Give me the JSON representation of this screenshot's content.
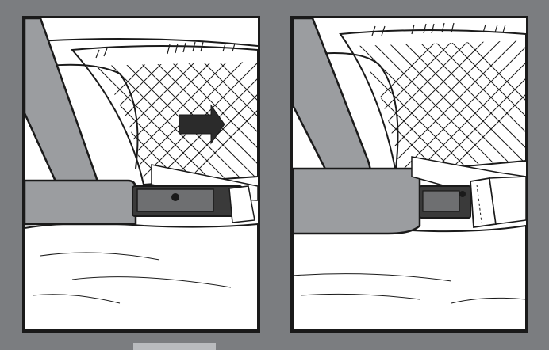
{
  "figure": {
    "panels": [
      {
        "id": "before",
        "arrow_direction": "right",
        "arrow_icon": "right-arrow-icon"
      },
      {
        "id": "after",
        "arrow_direction": "none"
      }
    ],
    "colors": {
      "background": "#7b7d80",
      "panel_fill": "#ffffff",
      "outline": "#1a1a1a",
      "seat_gray": "#9b9da0",
      "buckle_dark": "#3a3a3a"
    }
  }
}
